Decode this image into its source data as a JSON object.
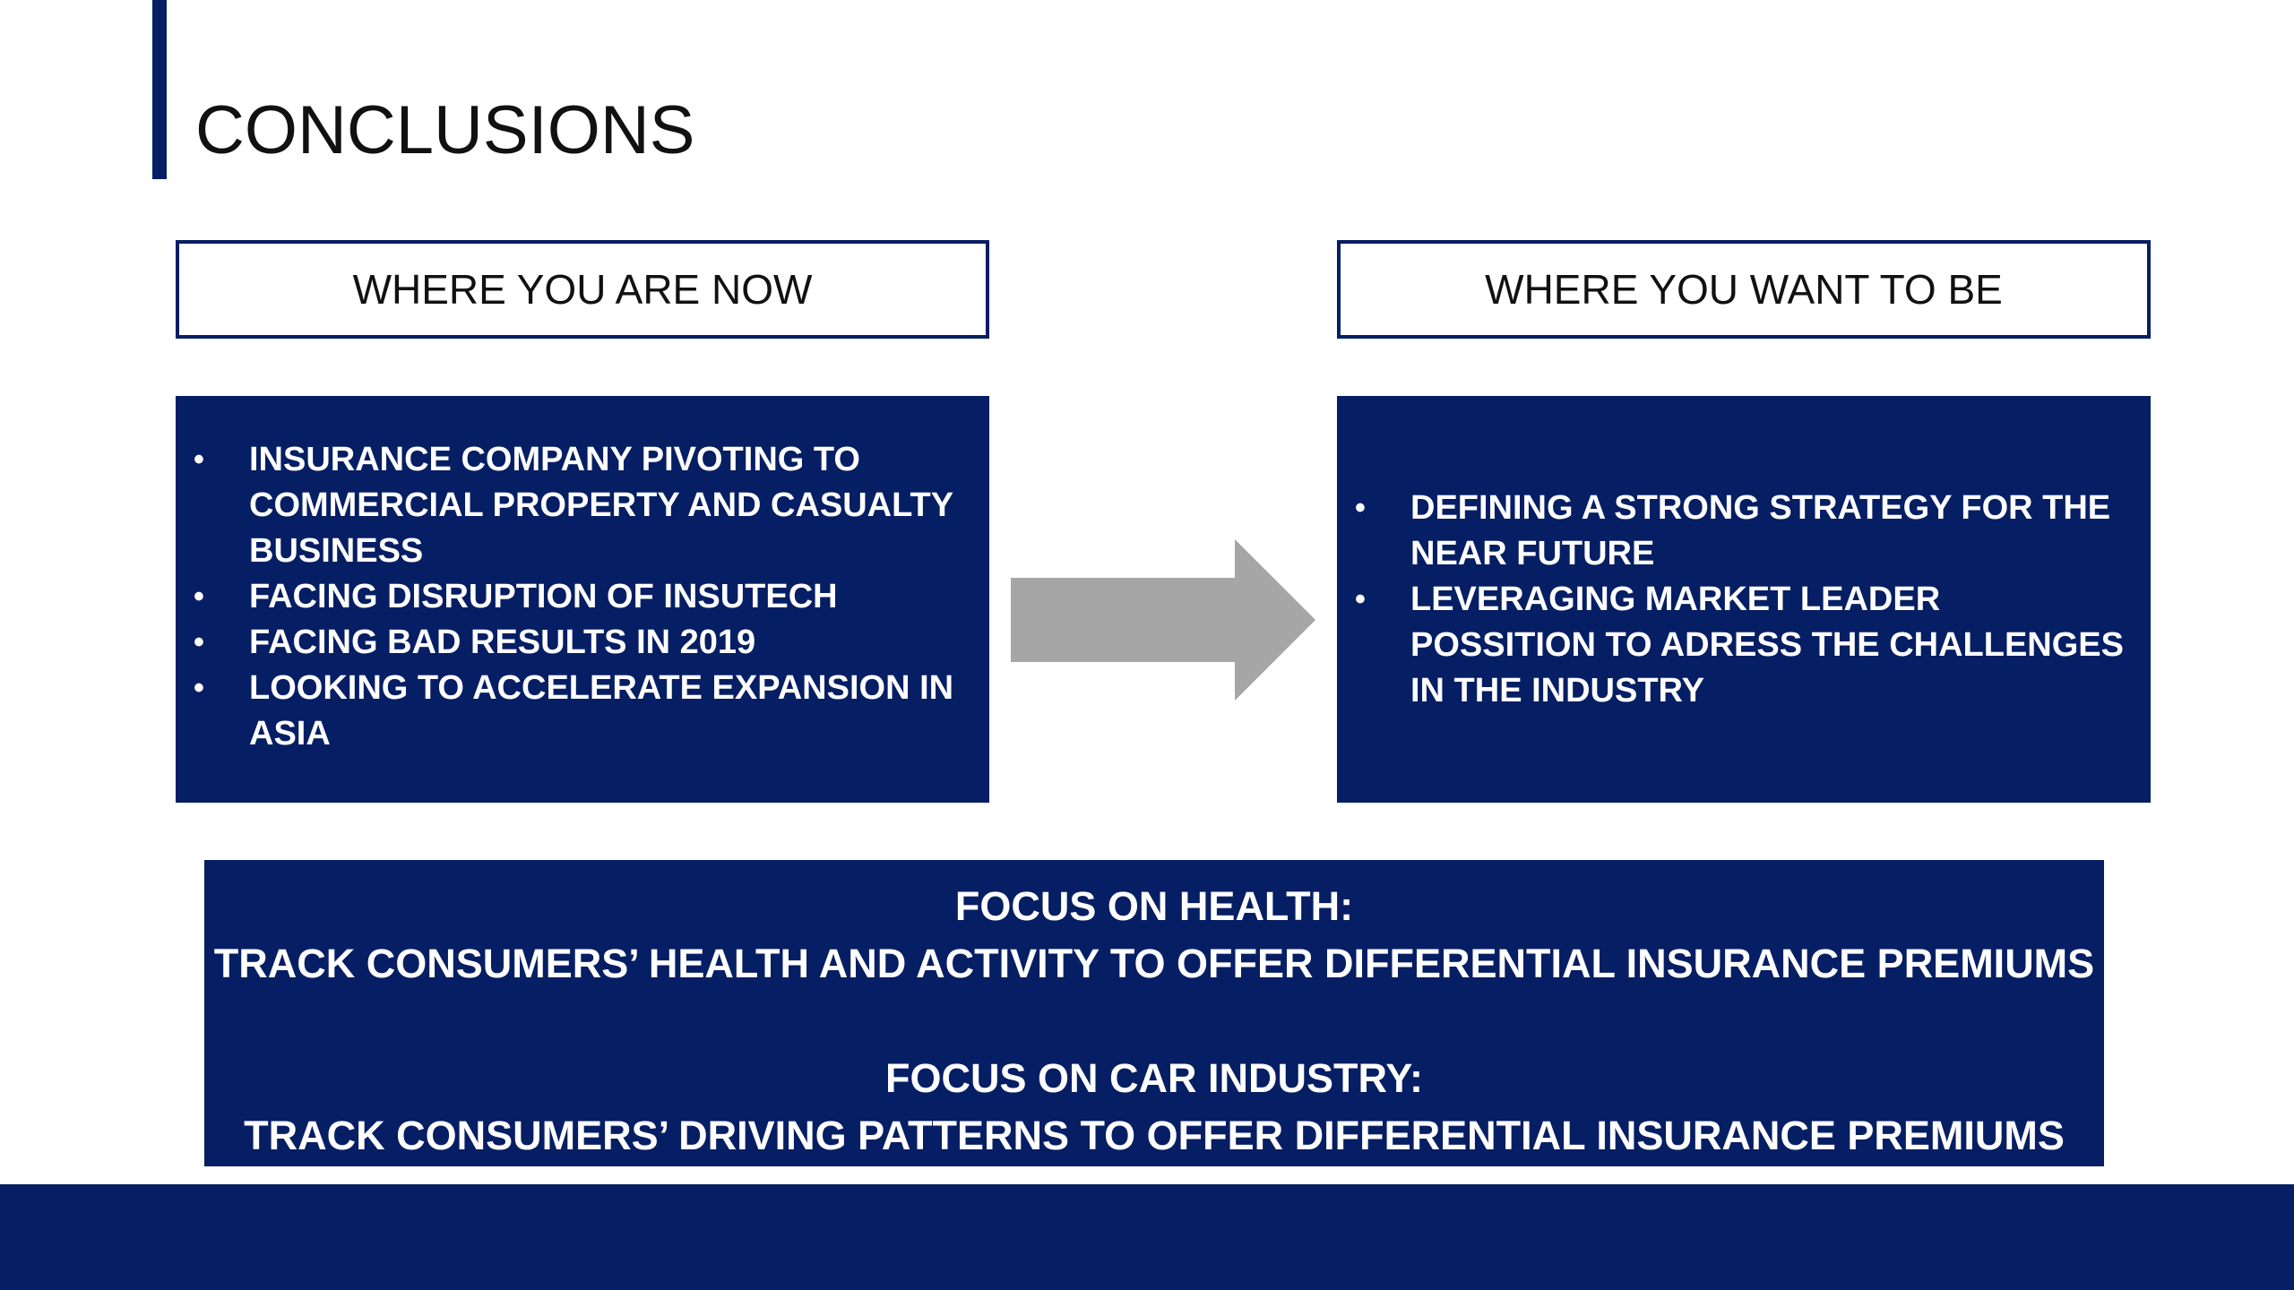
{
  "slide": {
    "title": "CONCLUSIONS",
    "accent_color": "#061e63"
  },
  "now": {
    "header": "WHERE YOU ARE NOW",
    "items": [
      "INSURANCE COMPANY PIVOTING TO COMMERCIAL PROPERTY AND CASUALTY BUSINESS",
      "FACING DISRUPTION OF INSUTECH",
      "FACING BAD RESULTS IN 2019",
      "LOOKING TO ACCELERATE EXPANSION IN ASIA"
    ]
  },
  "future": {
    "header": "WHERE YOU WANT TO BE",
    "items": [
      "DEFINING A STRONG STRATEGY FOR THE NEAR FUTURE",
      "LEVERAGING MARKET LEADER POSSITION TO ADRESS THE CHALLENGES IN THE INDUSTRY"
    ]
  },
  "arrow": {
    "icon": "right-arrow-icon",
    "color": "#a6a6a6"
  },
  "focus": {
    "health_title": "FOCUS ON HEALTH:",
    "health_text": "TRACK CONSUMERS’ HEALTH AND ACTIVITY TO OFFER DIFFERENTIAL INSURANCE PREMIUMS",
    "car_title": "FOCUS ON CAR INDUSTRY:",
    "car_text": "TRACK CONSUMERS’ DRIVING PATTERNS TO OFFER DIFFERENTIAL INSURANCE PREMIUMS"
  }
}
